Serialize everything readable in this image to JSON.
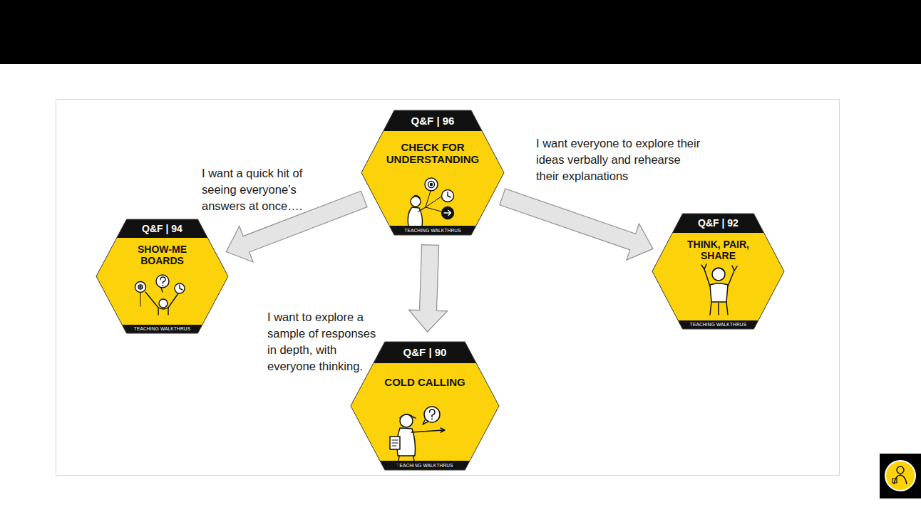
{
  "diagram": {
    "title": "Cluster | Decision-making",
    "nodes": [
      {
        "text": [
          "Q&F | 96",
          "CHECK FOR UNDERSTANDING",
          "TEACHING WALKTHRUS"
        ]
      },
      {
        "text": [
          "Q&F | 94",
          "SHOW-ME BOARDS",
          "TEACHING WALKTHRUS"
        ]
      },
      {
        "text": [
          "Q&F | 92",
          "THINK, PAIR, SHARE",
          "TEACHING WALKTHRUS"
        ]
      },
      {
        "text": [
          "Q&F | 90",
          "COLD CALLING",
          "TEACHING WALKTHRUS"
        ]
      }
    ],
    "edges": [
      {
        "from": 0,
        "to": 1,
        "arrow": "to",
        "label": "I want a quick hit of seeing everyone’s answers at once…."
      },
      {
        "from": 0,
        "to": 3,
        "arrow": "to",
        "label": "I want to explore a sample of responses in depth, with everyone thinking."
      },
      {
        "from": 0,
        "to": 2,
        "arrow": "to",
        "label": "I want everyone to explore their ideas verbally and rehearse their explanations"
      }
    ]
  }
}
